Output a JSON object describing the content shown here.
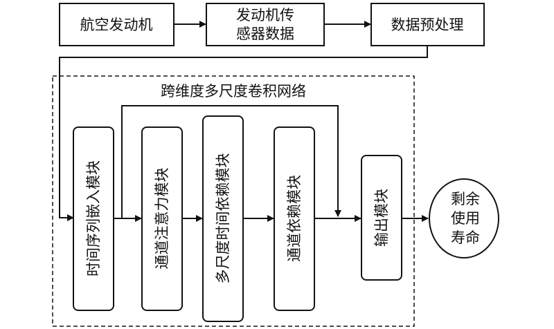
{
  "diagram": {
    "top_row": {
      "engine": "航空发动机",
      "sensor_line1": "发动机传",
      "sensor_line2": "感器数据",
      "preprocess": "数据预处理"
    },
    "network_title": "跨维度多尺度卷积网络",
    "modules": {
      "time_embedding": "时间序列嵌入模块",
      "channel_attention": "通道注意力模块",
      "multiscale_time": "多尺度时间依赖模块",
      "channel_dependency": "通道依赖模块",
      "output": "输出模块"
    },
    "result": {
      "line1": "剩余",
      "line2": "使用",
      "line3": "寿命"
    }
  }
}
